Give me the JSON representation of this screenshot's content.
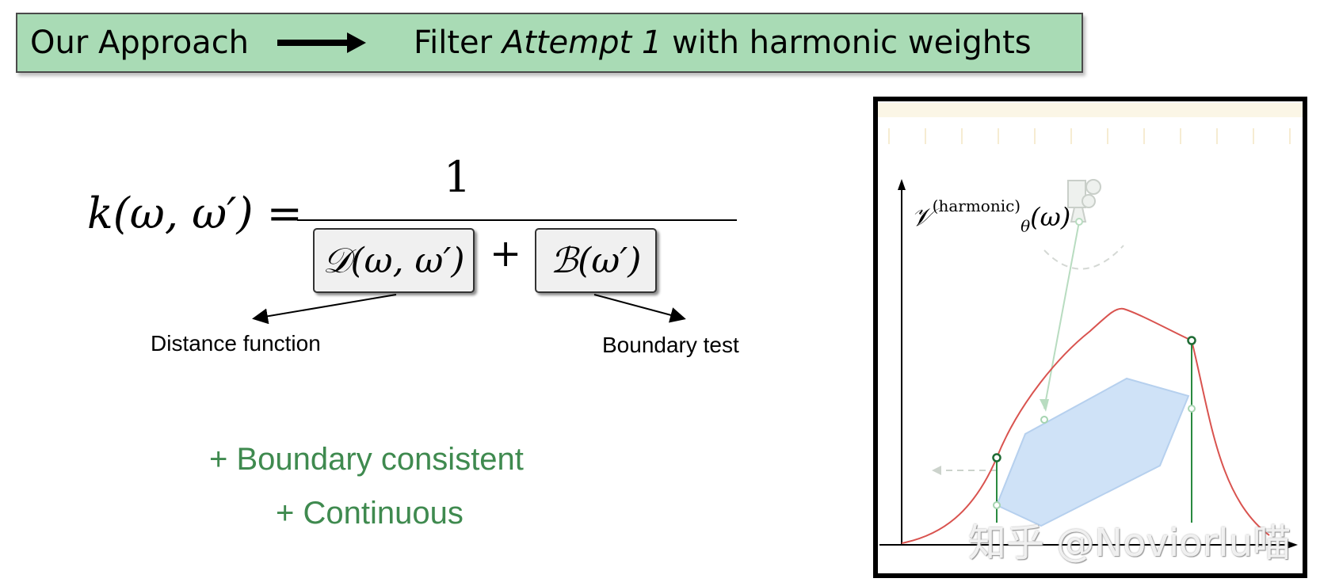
{
  "header": {
    "left_text": "Our Approach",
    "right_prefix": "Filter ",
    "right_italic": "Attempt 1",
    "right_suffix": " with harmonic weights"
  },
  "formula": {
    "lhs": "k(ω, ω′) =",
    "numerator": "1",
    "distance_term": "𝒟(ω, ω′)",
    "plus": "+",
    "boundary_term": "ℬ(ω′)"
  },
  "labels": {
    "distance": "Distance function",
    "boundary": "Boundary test"
  },
  "properties": [
    "+ Boundary consistent",
    "+ Continuous"
  ],
  "figure": {
    "axis_symbol": "𝒱",
    "axis_sup": "(harmonic)",
    "axis_sub": "θ",
    "axis_arg": "(ω)"
  },
  "watermark": "知乎 @Noviorlu喵",
  "colors": {
    "header_bg": "#a9dbb5",
    "property_text": "#3f8a4f",
    "curve": "#d9534f",
    "polygon_fill": "#cfe2f7",
    "marker_green": "#1e6b34"
  }
}
